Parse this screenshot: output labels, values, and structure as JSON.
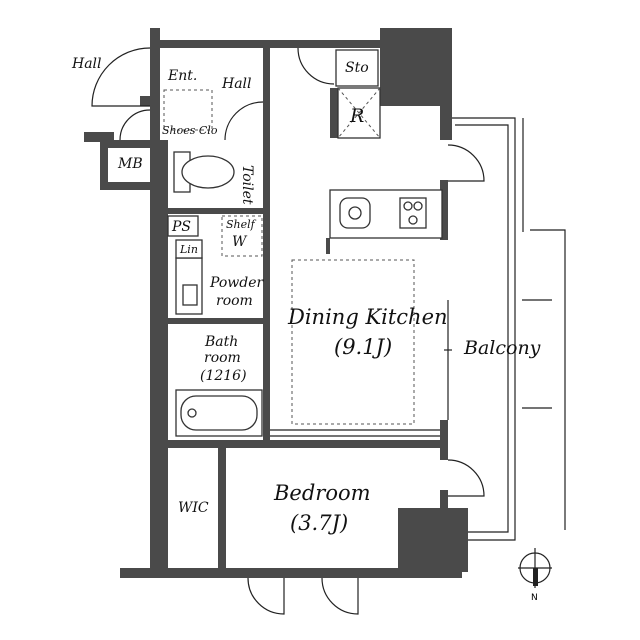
{
  "labels": {
    "hall_outer": "Hall",
    "entrance": "Ent.",
    "hall_inner": "Hall",
    "shoes_closet": "Shoes Clo",
    "storage": "Sto",
    "refrigerator": "R",
    "meter_box": "MB",
    "toilet": "Toilet",
    "shelf": "Shelf",
    "pipe_space": "PS",
    "washer": "W",
    "linen": "Lin",
    "powder_room_1": "Powder",
    "powder_room_2": "room",
    "dining_kitchen_name": "Dining Kitchen",
    "dining_kitchen_size": "(9.1J)",
    "balcony": "Balcony",
    "bath_1": "Bath",
    "bath_2": "room",
    "bath_3": "(1216)",
    "wic": "WIC",
    "bedroom_name": "Bedroom",
    "bedroom_size": "(3.7J)",
    "north": "N"
  }
}
